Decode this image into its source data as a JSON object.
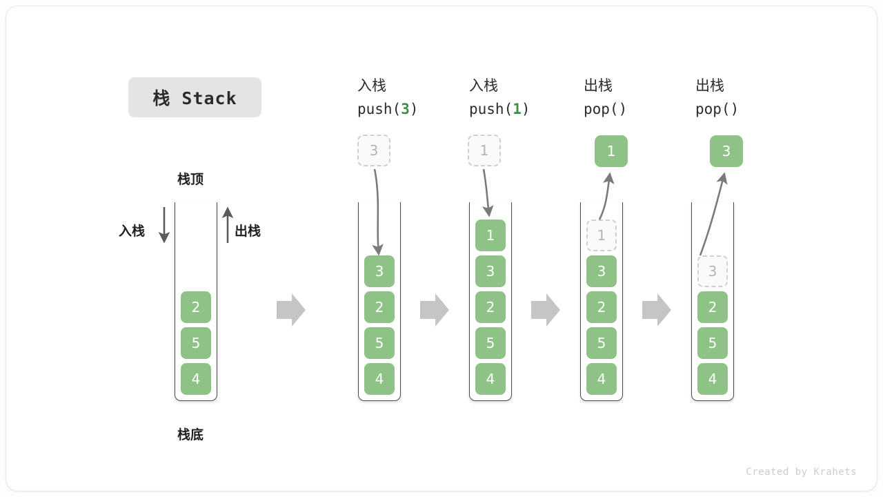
{
  "title_badge": "栈 Stack",
  "labels": {
    "top": "栈顶",
    "bottom": "栈底",
    "push_side": "入栈",
    "pop_side": "出栈"
  },
  "colors": {
    "element": "#8fc287",
    "ghost_border": "#cfcfcf",
    "ghost_text": "#b4b4b4",
    "code_accent": "#3f8e43",
    "arrow": "#7a7a7a",
    "step_arrow": "#c5c5c5",
    "badge_bg": "#e4e4e4"
  },
  "steps": [
    {
      "id": "initial",
      "op_cn": "",
      "op_code": "",
      "stack": [
        "4",
        "5",
        "2"
      ],
      "ghost_top": null,
      "float_box": null
    },
    {
      "id": "push-3",
      "op_cn": "入栈",
      "op_code": "push(3)",
      "op_code_prefix": "push(",
      "op_code_value": "3",
      "op_code_suffix": ")",
      "stack": [
        "4",
        "5",
        "2",
        "3"
      ],
      "ghost_top": null,
      "float_box": {
        "value": "3",
        "style": "ghost"
      }
    },
    {
      "id": "push-1",
      "op_cn": "入栈",
      "op_code": "push(1)",
      "op_code_prefix": "push(",
      "op_code_value": "1",
      "op_code_suffix": ")",
      "stack": [
        "4",
        "5",
        "2",
        "3",
        "1"
      ],
      "ghost_top": null,
      "float_box": {
        "value": "1",
        "style": "ghost"
      }
    },
    {
      "id": "pop-1",
      "op_cn": "出栈",
      "op_code": "pop()",
      "op_code_prefix": "pop(",
      "op_code_value": "",
      "op_code_suffix": ")",
      "stack": [
        "4",
        "5",
        "2",
        "3"
      ],
      "ghost_top": "1",
      "float_box": {
        "value": "1",
        "style": "solid"
      }
    },
    {
      "id": "pop-3",
      "op_cn": "出栈",
      "op_code": "pop()",
      "op_code_prefix": "pop(",
      "op_code_value": "",
      "op_code_suffix": ")",
      "stack": [
        "4",
        "5",
        "2"
      ],
      "ghost_top": "3",
      "float_box": {
        "value": "3",
        "style": "solid"
      }
    }
  ],
  "footer": "Created by Krahets"
}
